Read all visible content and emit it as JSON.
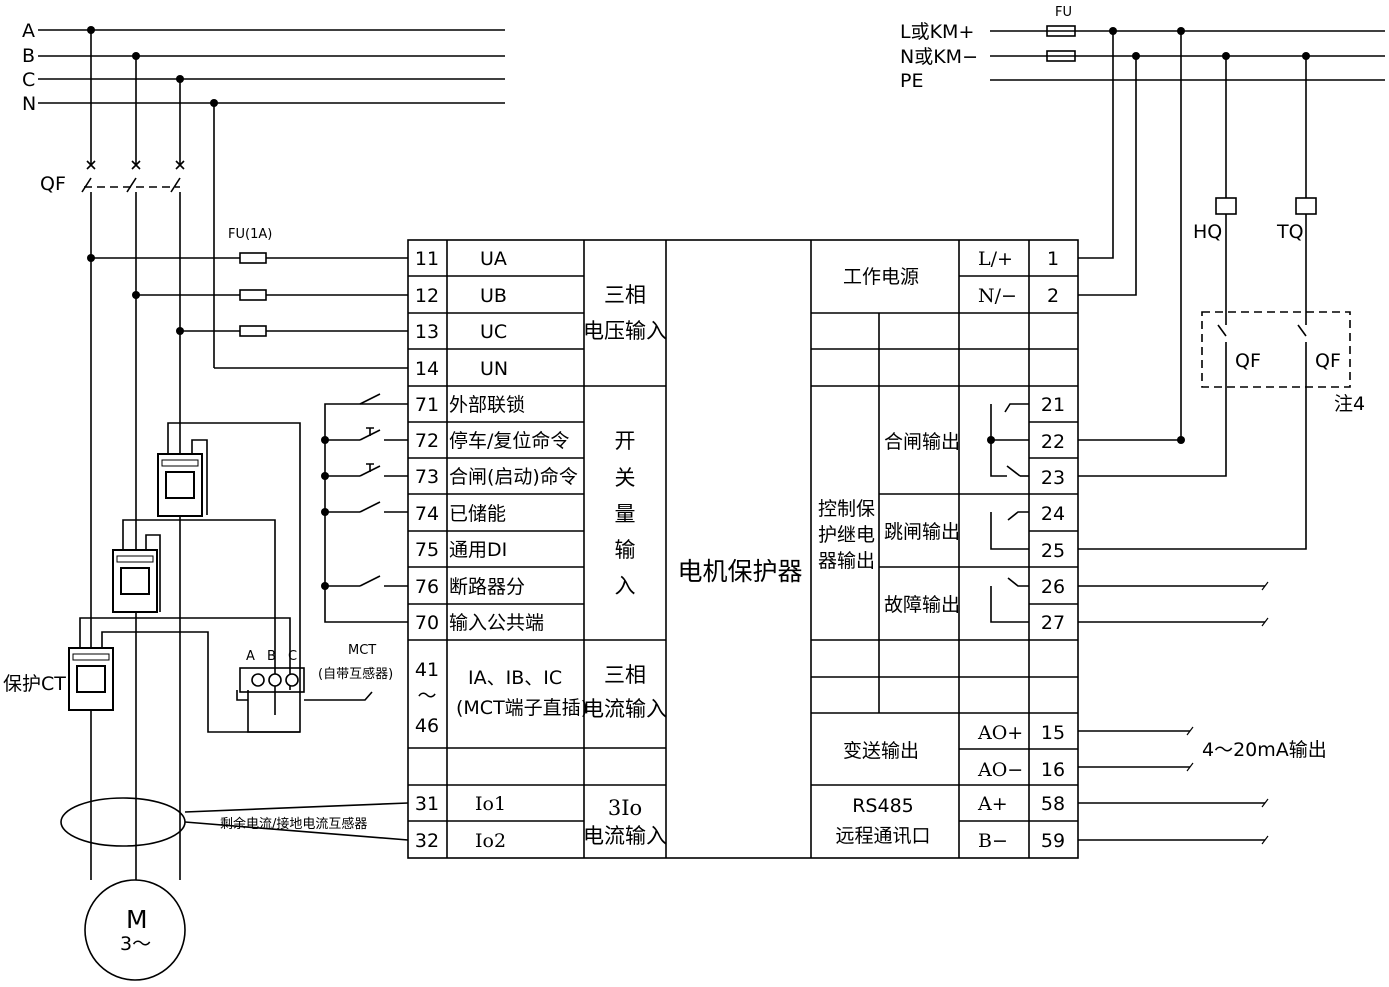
{
  "bus_left": [
    "A",
    "B",
    "C",
    "N"
  ],
  "bus_right": [
    "L或KM+",
    "N或KM−",
    "PE"
  ],
  "fu_top_label": "FU",
  "fu_left_label": "FU(1A)",
  "qf_left_label": "QF",
  "protect_ct_label": "保护CT",
  "mct": {
    "title": "MCT",
    "subtitle": "(自带互感器)",
    "terminals": [
      "A",
      "B",
      "C"
    ]
  },
  "residual_ct_label": "剩余电流/接地电流互感器",
  "motor": {
    "symbol": "M",
    "phase": "3～"
  },
  "device_title": "电机保护器",
  "left_rows": [
    {
      "num": "11",
      "name": "UA"
    },
    {
      "num": "12",
      "name": "UB"
    },
    {
      "num": "13",
      "name": "UC"
    },
    {
      "num": "14",
      "name": "UN"
    },
    {
      "num": "71",
      "name": "外部联锁"
    },
    {
      "num": "72",
      "name": "停车/复位命令"
    },
    {
      "num": "73",
      "name": "合闸(启动)命令"
    },
    {
      "num": "74",
      "name": "已储能"
    },
    {
      "num": "75",
      "name": "通用DI"
    },
    {
      "num": "76",
      "name": "断路器分"
    },
    {
      "num": "70",
      "name": "输入公共端"
    }
  ],
  "current_input": {
    "num_top": "41",
    "num_tilde": "～",
    "num_bottom": "46",
    "name_line1": "IA、IB、IC",
    "name_line2": "(MCT端子直插)"
  },
  "io_rows": [
    {
      "num": "31",
      "name": "Io1"
    },
    {
      "num": "32",
      "name": "Io2"
    }
  ],
  "groups": {
    "voltage": [
      "三相",
      "电压输入"
    ],
    "switch": [
      "开",
      "关",
      "量",
      "输",
      "入"
    ],
    "current": [
      "三相",
      "电流输入"
    ],
    "io": [
      "3Io",
      "电流输入"
    ]
  },
  "right": {
    "power_label": "工作电源",
    "power_terms": [
      {
        "label": "L/+",
        "num": "1"
      },
      {
        "label": "N/−",
        "num": "2"
      }
    ],
    "relay_group": [
      "控制保",
      "护继电",
      "器输出"
    ],
    "close_output": "合闸输出",
    "trip_output": "跳闸输出",
    "fault_output": "故障输出",
    "relay_nums": [
      "21",
      "22",
      "23",
      "24",
      "25",
      "26",
      "27"
    ],
    "transmit_label": "变送输出",
    "ao_terms": [
      {
        "label": "AO+",
        "num": "15"
      },
      {
        "label": "AO−",
        "num": "16"
      }
    ],
    "rs485_line1": "RS485",
    "rs485_line2": "远程通讯口",
    "rs_terms": [
      {
        "label": "A+",
        "num": "58"
      },
      {
        "label": "B−",
        "num": "59"
      }
    ]
  },
  "coil_labels": [
    "HQ",
    "TQ"
  ],
  "qf_contacts": [
    "QF",
    "QF"
  ],
  "note": "注4",
  "analog_output_label": "4～20mA输出"
}
